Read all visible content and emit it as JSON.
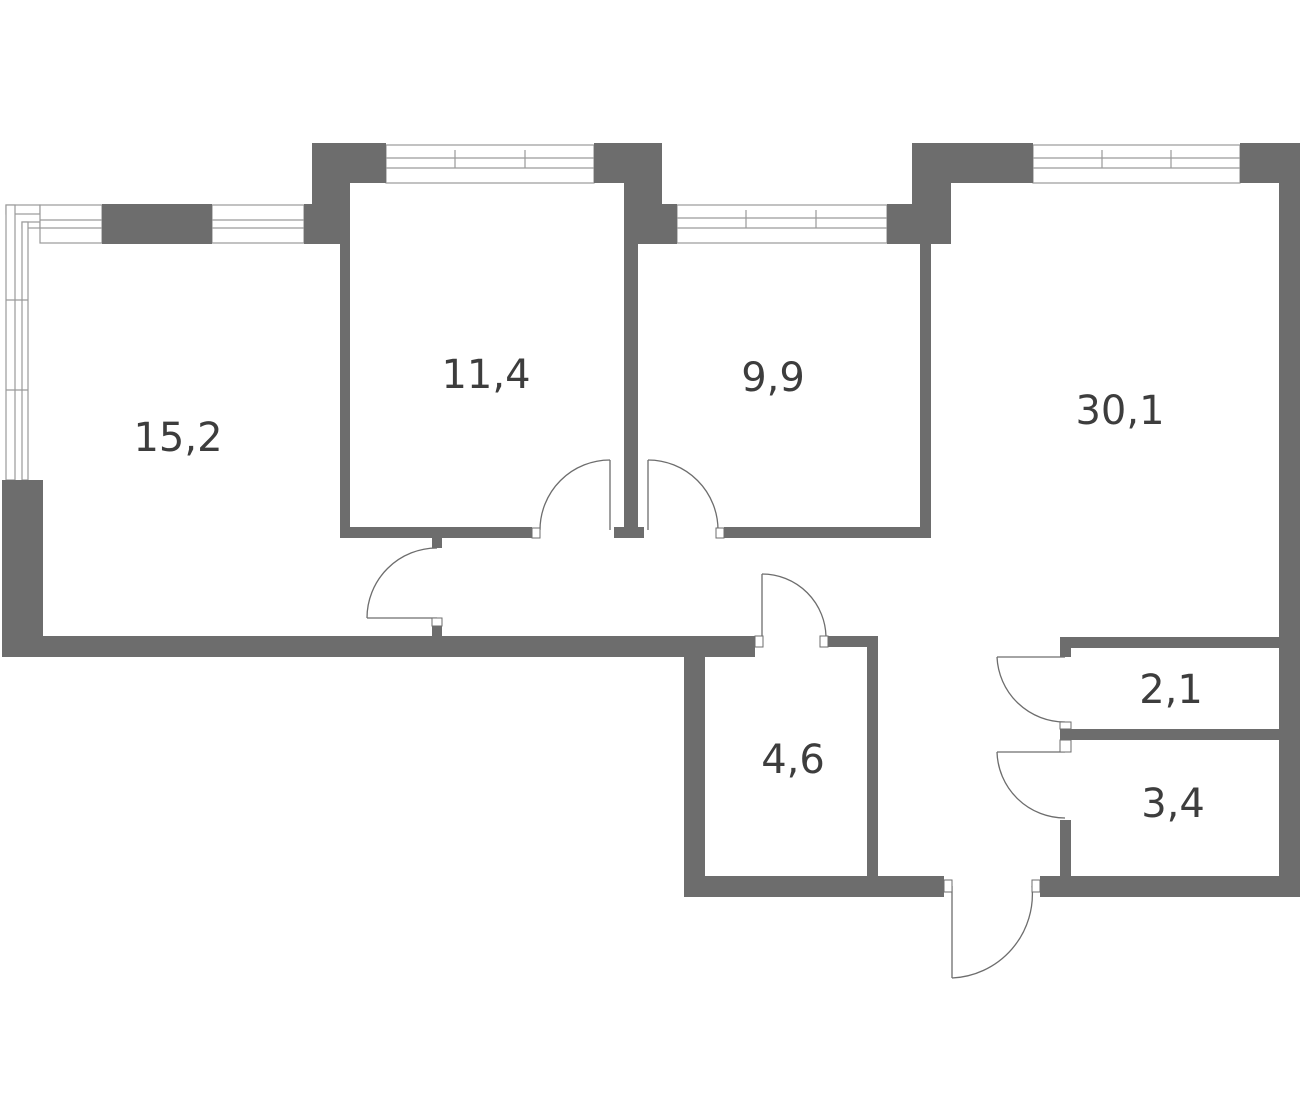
{
  "floor_plan": {
    "rooms": [
      {
        "id": "room-1",
        "area": "15,2"
      },
      {
        "id": "room-2",
        "area": "11,4"
      },
      {
        "id": "room-3",
        "area": "9,9"
      },
      {
        "id": "room-4",
        "area": "30,1"
      },
      {
        "id": "room-5",
        "area": "4,6"
      },
      {
        "id": "room-6",
        "area": "2,1"
      },
      {
        "id": "room-7",
        "area": "3,4"
      }
    ],
    "colors": {
      "wall": "#6d6d6d",
      "window": "#9a9a9a",
      "label": "#3d3d3d",
      "background": "#ffffff"
    }
  }
}
